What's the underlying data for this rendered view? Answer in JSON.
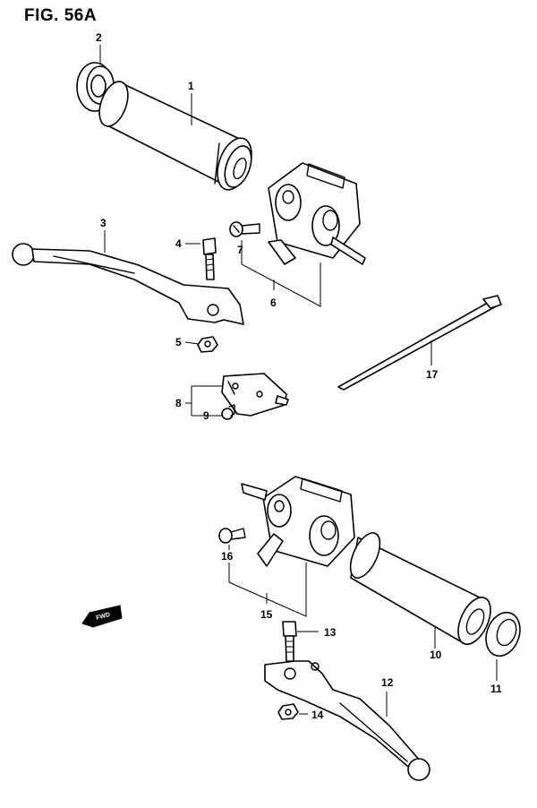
{
  "figure": {
    "title": "FIG. 56A"
  },
  "callouts": {
    "p1": "1",
    "p2": "2",
    "p3": "3",
    "p4": "4",
    "p5": "5",
    "p6": "6",
    "p7": "7",
    "p8": "8",
    "p9": "9",
    "p10": "10",
    "p11": "11",
    "p12": "12",
    "p13": "13",
    "p14": "14",
    "p15": "15",
    "p16": "16",
    "p17": "17"
  },
  "fwd_marker": {
    "label": "FWD"
  }
}
